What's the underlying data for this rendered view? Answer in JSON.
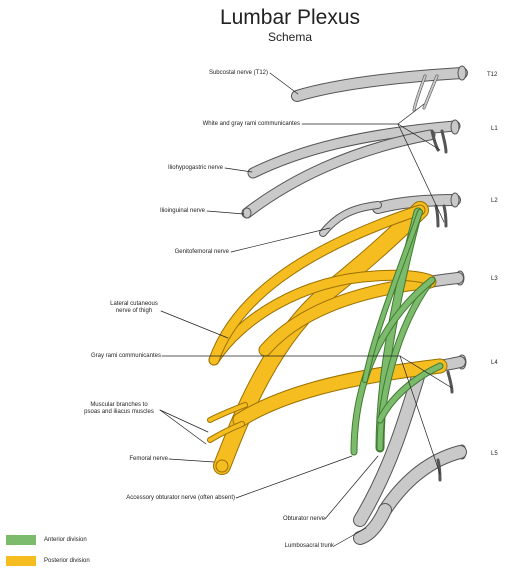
{
  "title": "Lumbar Plexus",
  "subtitle": "Schema",
  "colors": {
    "anterior": "#7dbb6c",
    "posterior": "#f5bd1f",
    "nerve_gray": "#c9c9c9",
    "outline": "#555555"
  },
  "levels": [
    "T12",
    "L1",
    "L2",
    "L3",
    "L4",
    "L5"
  ],
  "labels": {
    "subcostal": "Subcostal nerve (T12)",
    "rami": "White and gray rami communicantes",
    "iliohypogastric": "Iliohypogastric nerve",
    "ilioinguinal": "Ilioinguinal nerve",
    "genitofemoral": "Genitofemoral nerve",
    "lateral_cutaneous": [
      "Lateral cutaneous",
      "nerve of thigh"
    ],
    "gray_rami": "Gray rami communicantes",
    "muscular": [
      "Muscular branches to",
      "psoas and iliacus muscles"
    ],
    "femoral": "Femoral nerve",
    "accessory_obturator": "Accessory obturator nerve (often absent)",
    "obturator": "Obturator nerve",
    "lumbosacral": "Lumbosacral trunk"
  },
  "legend": [
    {
      "label": "Anterior division",
      "color": "#7dbb6c"
    },
    {
      "label": "Posterior division",
      "color": "#f5bd1f"
    }
  ]
}
